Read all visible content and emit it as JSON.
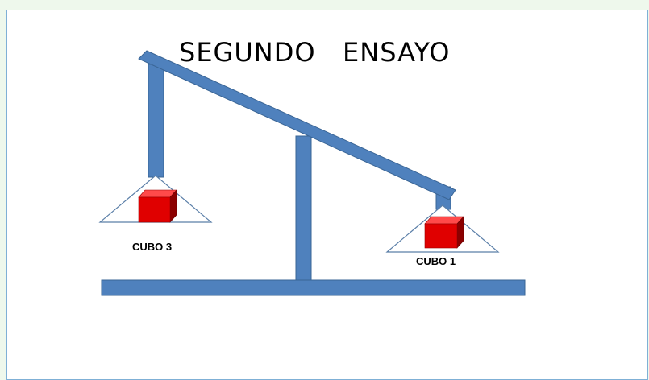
{
  "diagram": {
    "title": "SEGUNDO   ENSAYO",
    "left_pan_label": "CUBO 3",
    "right_pan_label": "CUBO 1"
  },
  "colors": {
    "page_background": "#eef8ec",
    "frame_border": "#7fb0d6",
    "beam_fill": "#4f81bd",
    "beam_stroke": "#3a6595",
    "pan_stroke": "#5b7fa8",
    "cube_front": "#e00000",
    "cube_top": "#ff4a4a",
    "cube_side": "#8b0000"
  }
}
